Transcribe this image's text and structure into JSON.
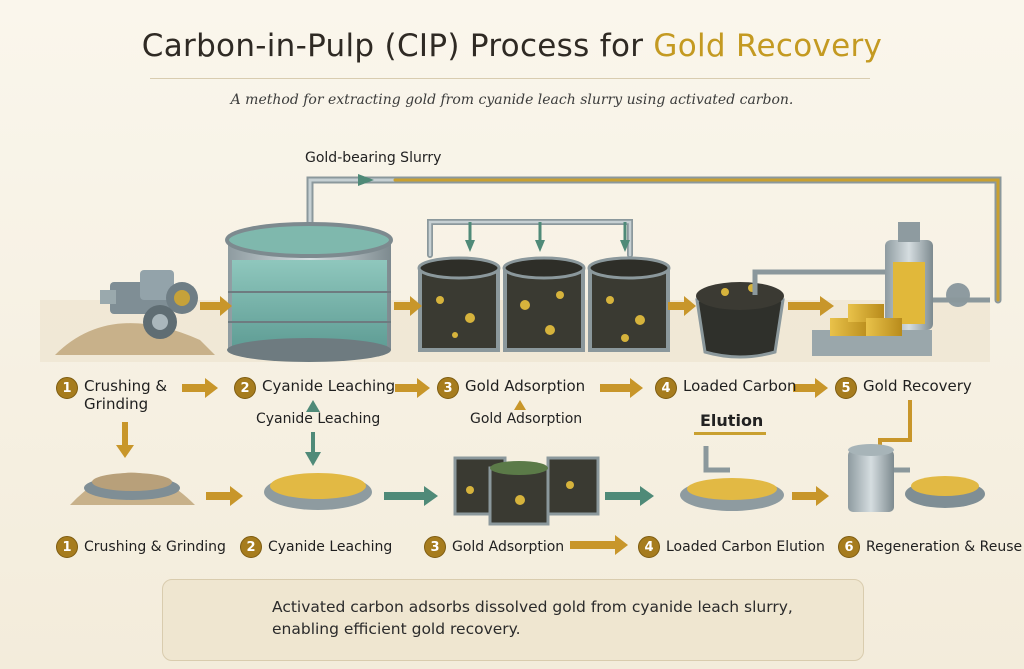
{
  "header": {
    "title_main": "Carbon-in-Pulp (CIP) Process for ",
    "title_accent": "Gold Recovery",
    "subtitle": "A method for extracting gold from cyanide leach slurry using activated carbon."
  },
  "flow_label": "Gold-bearing Slurry",
  "top_steps": [
    {
      "num": "1",
      "label": "Crushing &",
      "label2": "Grinding"
    },
    {
      "num": "2",
      "label": "Cyanide Leaching"
    },
    {
      "num": "3",
      "label": "Gold Adsorption"
    },
    {
      "num": "4",
      "label": "Loaded Carbon"
    },
    {
      "num": "5",
      "label": "Gold Recovery"
    }
  ],
  "mid_labels": {
    "cyanide": "Cyanide Leaching",
    "adsorption": "Gold Adsorption",
    "elution": "Elution"
  },
  "bottom_steps": [
    {
      "num": "1",
      "label": "Crushing & Grinding"
    },
    {
      "num": "2",
      "label": "Cyanide Leaching"
    },
    {
      "num": "3",
      "label": "Gold Adsorption"
    },
    {
      "num": "4",
      "label": "Loaded Carbon Elution"
    },
    {
      "num": "6",
      "label": "Regeneration & Reuse"
    }
  ],
  "note": {
    "line1": "Activated carbon adsorbs dissolved gold from cyanide leach slurry,",
    "line2": "enabling efficient gold recovery."
  },
  "colors": {
    "gold": "#c49a22",
    "gold_arrow": "#c8962a",
    "teal_arrow": "#4f8a78",
    "pipe": "#9aa9ad",
    "tank_liquid": "#7fb8ad",
    "badge": "#a67c1e"
  }
}
